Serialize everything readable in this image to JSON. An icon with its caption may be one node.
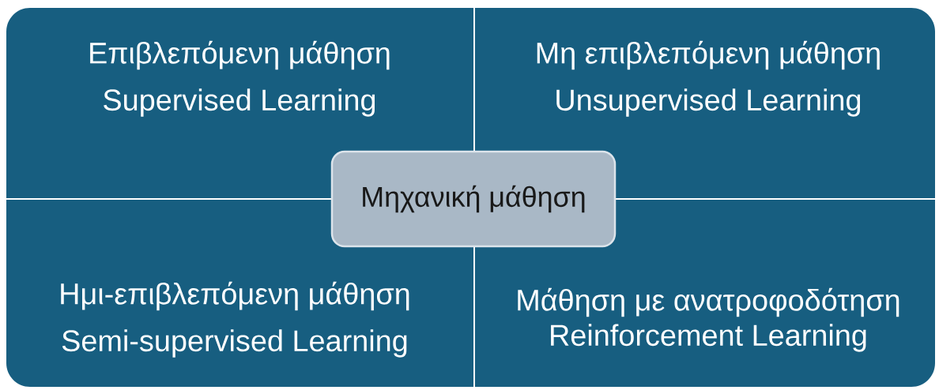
{
  "diagram": {
    "nodes": [
      {
        "text": [
          "Επιβλεπόμενη μάθηση",
          "Supervised Learning"
        ]
      },
      {
        "text": [
          "Μη επιβλεπόμενη μάθηση",
          "Unsupervised Learning"
        ]
      },
      {
        "text": [
          "Ημι-επιβλεπόμενη μάθηση",
          "Semi-supervised Learning"
        ]
      },
      {
        "text": [
          "Μάθηση με ανατροφοδότηση",
          "Reinforcement Learning"
        ]
      },
      {
        "text": [
          "Μηχανική μάθηση"
        ]
      }
    ]
  }
}
